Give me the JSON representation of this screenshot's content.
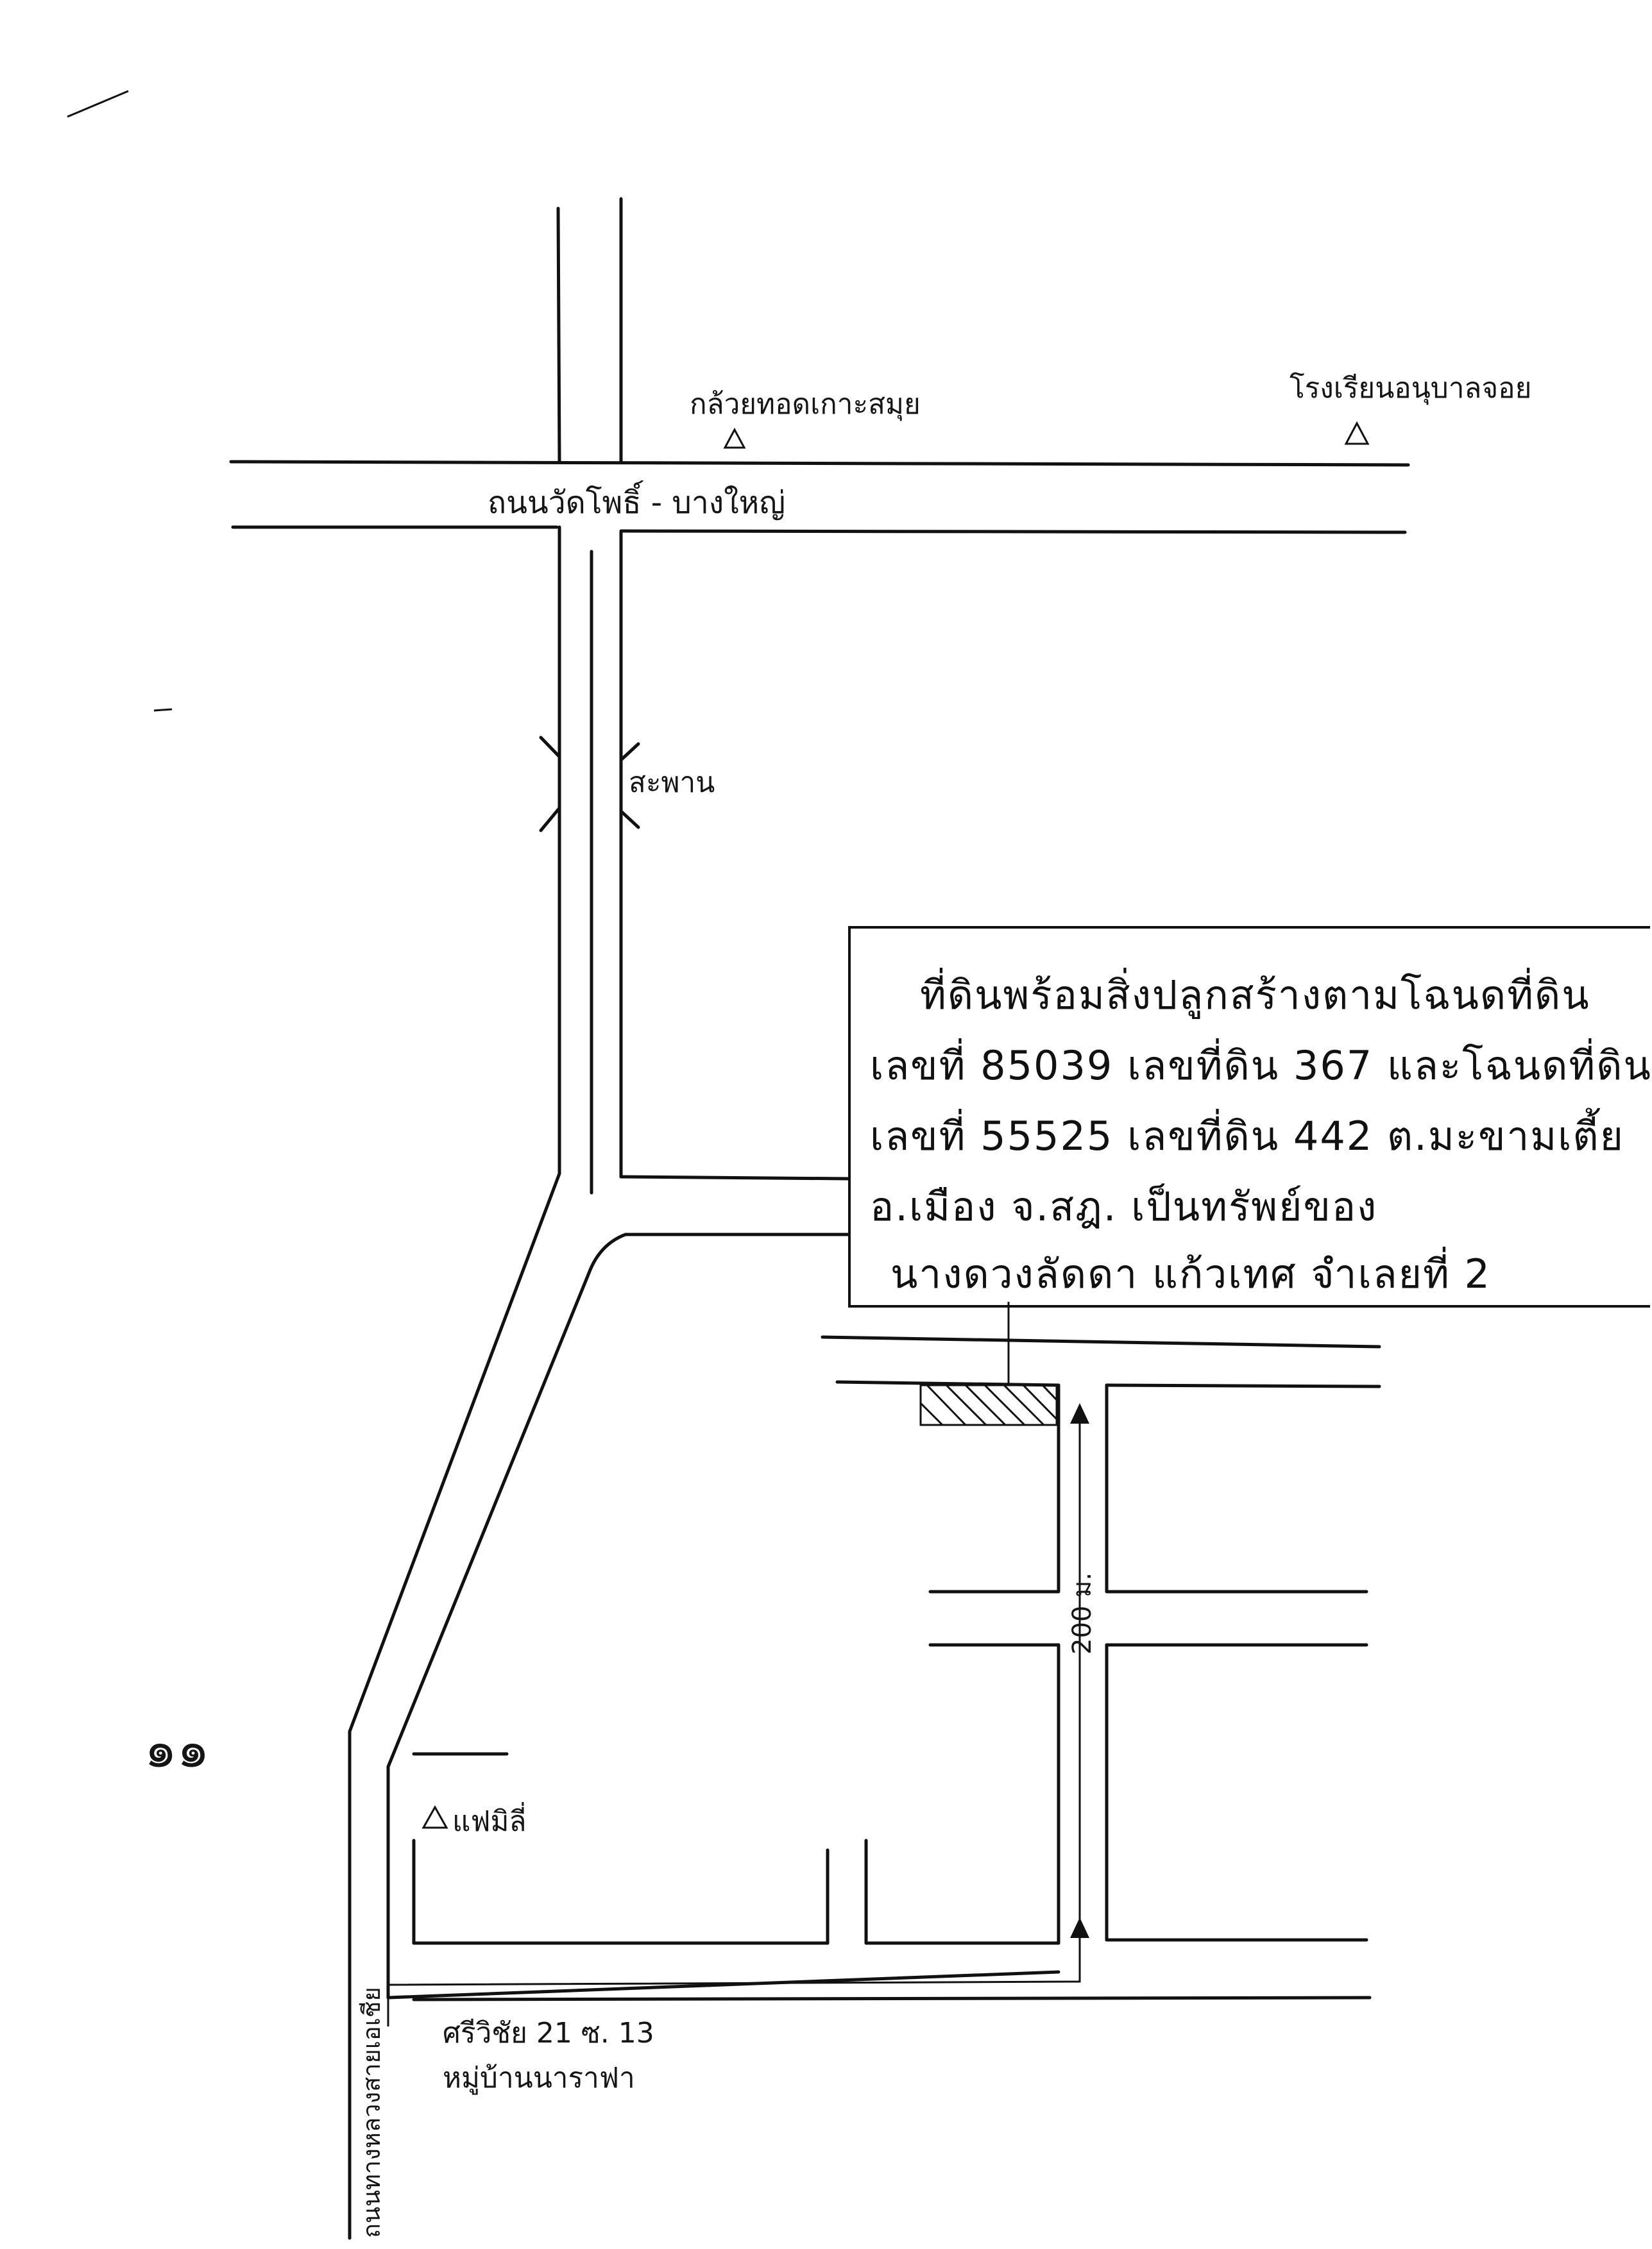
{
  "map": {
    "landmarks": {
      "banana_shop": "กล้วยทอดเกาะสมุย",
      "school": "โรงเรียนอนุบาลจอย",
      "family_mart": "แฟมิลี่"
    },
    "roads": {
      "main_road": "ถนนวัดโพธิ์ - บางใหญ่",
      "bridge": "สะพาน",
      "distance": "200 ม.",
      "soi": "ศรีวิชัย 21 ซ. 13",
      "village": "หมู่บ้านนาราฟา",
      "vertical_road": "ถนนทางหลวงสายเอเชีย"
    },
    "info_box": {
      "line1": "ที่ดินพร้อมสิ่งปลูกสร้างตามโฉนดที่ดิน",
      "line2": "เลขที่ 85039 เลขที่ดิน 367 และโฉนดที่ดิน",
      "line3": "เลขที่ 55525 เลขที่ดิน 442 ต.มะขามเตี้ย",
      "line4": "อ.เมือง จ.สฎ. เป็นทรัพย์ของ",
      "line5": "นางดวงลัดดา แก้วเทศ จำเลยที่ 2"
    },
    "page_number": "๑๑"
  }
}
